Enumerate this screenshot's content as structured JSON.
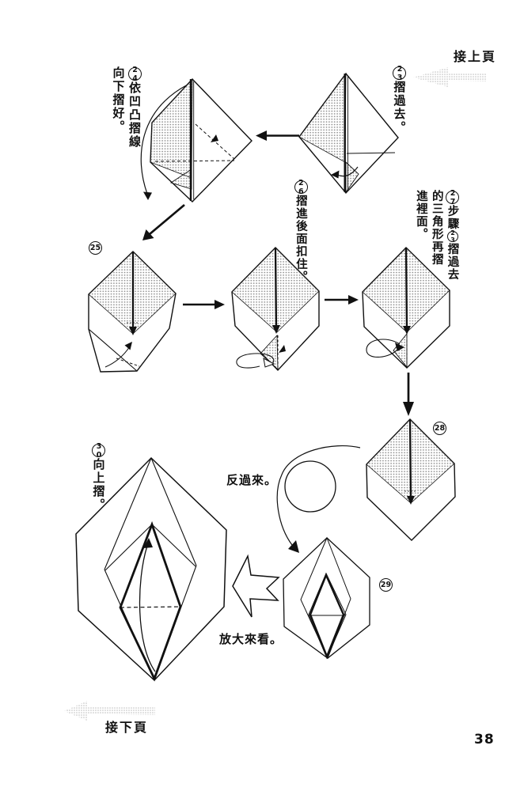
{
  "page": {
    "number": "38"
  },
  "nav": {
    "prev_label": "接上頁",
    "next_label": "接下頁"
  },
  "steps": {
    "23": {
      "num": "23",
      "text": "摺過去。"
    },
    "24": {
      "num": "24",
      "col1": "依凹凸摺線",
      "col2": "向下摺好。"
    },
    "25": {
      "num": "25"
    },
    "26": {
      "num": "26",
      "text": "摺進後面扣住。"
    },
    "27": {
      "num": "27",
      "before_ref": "步驟",
      "ref_num": "23",
      "after_ref": "摺過去",
      "col2": "的三角形再摺",
      "col3": "進裡面。"
    },
    "28": {
      "num": "28"
    },
    "29": {
      "num": "29"
    },
    "30": {
      "num": "30",
      "text": "向上摺。"
    }
  },
  "annotations": {
    "turn_over": "反過來。",
    "enlarge": "放大來看。"
  },
  "icons": {
    "prev_page_arrow": "halftone-arrow-left",
    "next_page_arrow": "halftone-arrow-left",
    "turn_over_symbol": "circle-with-loop-arrow",
    "enlarge_symbol": "hollow-arrow-left"
  },
  "colors": {
    "paper": "#ffffff",
    "ink": "#111111",
    "shade_dot": "#8a8a8a",
    "nav_arrow_gray": "#bdbdbd"
  }
}
